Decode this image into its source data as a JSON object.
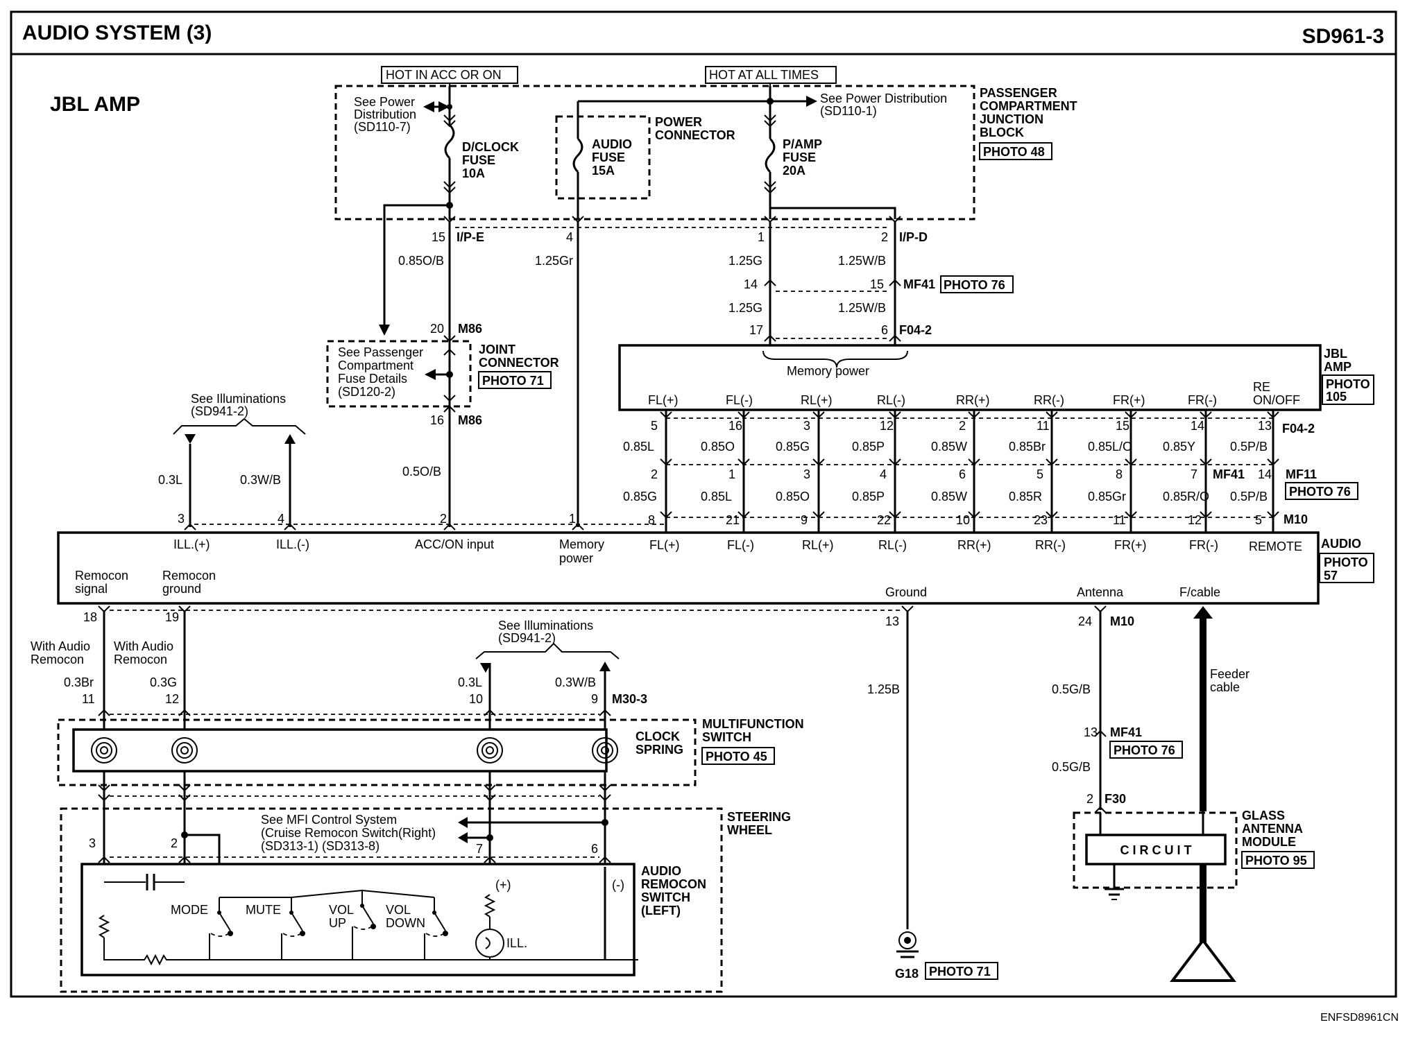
{
  "header": {
    "title": "AUDIO SYSTEM (3)",
    "page_code": "SD961-3"
  },
  "section_title": "JBL AMP",
  "footer_code": "ENFSD8961CN",
  "power": {
    "hot_acc": "HOT IN ACC OR ON",
    "hot_all": "HOT AT ALL TIMES",
    "see_power_1": [
      "See Power",
      "Distribution",
      "(SD110-7)"
    ],
    "see_power_2": [
      "See Power Distribution",
      "(SD110-1)"
    ],
    "pcjb": [
      "PASSENGER",
      "COMPARTMENT",
      "JUNCTION",
      "BLOCK"
    ],
    "pcjb_photo": "PHOTO 48",
    "fuse_clock": [
      "D/CLOCK",
      "FUSE",
      "10A"
    ],
    "fuse_audio": [
      "AUDIO",
      "FUSE",
      "15A"
    ],
    "power_connector": [
      "POWER",
      "CONNECTOR"
    ],
    "fuse_pamp": [
      "P/AMP",
      "FUSE",
      "20A"
    ]
  },
  "upper_wiring": {
    "pin_15": "15",
    "ipe": "I/P-E",
    "pin_4": "4",
    "pin_1": "1",
    "pin_2": "2",
    "ipd": "I/P-D",
    "w_085ob": "0.85O/B",
    "w_125gr": "1.25Gr",
    "w_125g_a": "1.25G",
    "w_125wb_a": "1.25W/B",
    "pin_14": "14",
    "pin_15b": "15",
    "mf41": "MF41",
    "mf41_photo": "PHOTO 76",
    "w_125g_b": "1.25G",
    "w_125wb_b": "1.25W/B",
    "pin_17": "17",
    "pin_6": "6",
    "f042": "F04-2",
    "pin_20": "20",
    "m86_a": "M86",
    "pin_16": "16",
    "m86_b": "M86",
    "w_05ob": "0.5O/B",
    "see_pcfd": [
      "See Passenger",
      "Compartment",
      "Fuse Details",
      "(SD120-2)"
    ],
    "joint_connector": [
      "JOINT",
      "CONNECTOR"
    ],
    "jc_photo": "PHOTO 71",
    "see_illum_1": [
      "See Illuminations",
      "(SD941-2)"
    ],
    "w_03l": "0.3L",
    "w_03wb": "0.3W/B"
  },
  "jbl_amp": {
    "label": [
      "JBL",
      "AMP"
    ],
    "photo": [
      "PHOTO",
      "105"
    ],
    "memory_power": "Memory power",
    "terminals": [
      "FL(+)",
      "FL(-)",
      "RL(+)",
      "RL(-)",
      "RR(+)",
      "RR(-)",
      "FR(+)",
      "FR(-)"
    ],
    "re_onoff": [
      "RE",
      "ON/OFF"
    ],
    "pins_top": [
      "5",
      "16",
      "3",
      "12",
      "2",
      "11",
      "15",
      "14",
      "13"
    ],
    "f042": "F04-2",
    "wires_top": [
      "0.85L",
      "0.85O",
      "0.85G",
      "0.85P",
      "0.85W",
      "0.85Br",
      "0.85L/O",
      "0.85Y",
      "0.5P/B"
    ],
    "pins_mid": [
      "2",
      "1",
      "3",
      "4",
      "6",
      "5",
      "8",
      "7",
      "14"
    ],
    "mf41": "MF41",
    "mf11": "MF11",
    "mf_photo": "PHOTO 76",
    "wires_bot": [
      "0.85G",
      "0.85L",
      "0.85O",
      "0.85P",
      "0.85W",
      "0.85R",
      "0.85Gr",
      "0.85R/O",
      "0.5P/B"
    ],
    "pins_bot": [
      "8",
      "21",
      "9",
      "22",
      "10",
      "23",
      "11",
      "12",
      "5"
    ],
    "m10": "M10"
  },
  "audio": {
    "label": "AUDIO",
    "photo": [
      "PHOTO",
      "57"
    ],
    "pin_3": "3",
    "pin_4": "4",
    "pin_2": "2",
    "pin_1": "1",
    "ill_p": "ILL.(+)",
    "ill_m": "ILL.(-)",
    "acc_on": "ACC/ON input",
    "memory": [
      "Memory",
      "power"
    ],
    "terminals": [
      "FL(+)",
      "FL(-)",
      "RL(+)",
      "RL(-)",
      "RR(+)",
      "RR(-)",
      "FR(+)",
      "FR(-)"
    ],
    "remote": "REMOTE",
    "remocon_signal": [
      "Remocon",
      "signal"
    ],
    "remocon_ground": [
      "Remocon",
      "ground"
    ],
    "ground": "Ground",
    "antenna": "Antenna",
    "fcable": "F/cable",
    "pin_18": "18",
    "pin_19": "19",
    "pin_13": "13",
    "pin_24": "24",
    "m10": "M10"
  },
  "lower_wiring": {
    "with_audio_1": [
      "With Audio",
      "Remocon"
    ],
    "with_audio_2": [
      "With Audio",
      "Remocon"
    ],
    "w_03br": "0.3Br",
    "w_03g": "0.3G",
    "pin_11": "11",
    "pin_12": "12",
    "see_illum_2": [
      "See Illuminations",
      "(SD941-2)"
    ],
    "w_03l": "0.3L",
    "w_03wb": "0.3W/B",
    "pin_10": "10",
    "pin_9": "9",
    "m303": "M30-3",
    "w_125b": "1.25B",
    "w_05gb_a": "0.5G/B",
    "pin_13": "13",
    "mf41": "MF41",
    "mf41_photo": "PHOTO 76",
    "w_05gb_b": "0.5G/B",
    "pin_2": "2",
    "f30": "F30",
    "feeder": [
      "Feeder",
      "cable"
    ]
  },
  "multifunction": {
    "label": [
      "MULTIFUNCTION",
      "SWITCH"
    ],
    "photo": "PHOTO 45",
    "clock_spring": [
      "CLOCK",
      "SPRING"
    ]
  },
  "steering": {
    "label": [
      "STEERING",
      "WHEEL"
    ],
    "see_mfi": [
      "See MFI Control System",
      "(Cruise Remocon Switch(Right)",
      "(SD313-1) (SD313-8)"
    ],
    "pin_3": "3",
    "pin_2": "2",
    "pin_7": "7",
    "pin_6": "6",
    "mode": "MODE",
    "mute": "MUTE",
    "vol_up": [
      "VOL",
      "UP"
    ],
    "vol_down": [
      "VOL",
      "DOWN"
    ],
    "plus": "(+)",
    "minus": "(-)",
    "ill": "ILL.",
    "remocon_label": [
      "AUDIO",
      "REMOCON",
      "SWITCH",
      "(LEFT)"
    ]
  },
  "antenna_module": {
    "circuit": "C I R C U I T",
    "label": [
      "GLASS",
      "ANTENNA",
      "MODULE"
    ],
    "photo": "PHOTO 95"
  },
  "ground_g18": {
    "label": "G18",
    "photo": "PHOTO 71"
  }
}
